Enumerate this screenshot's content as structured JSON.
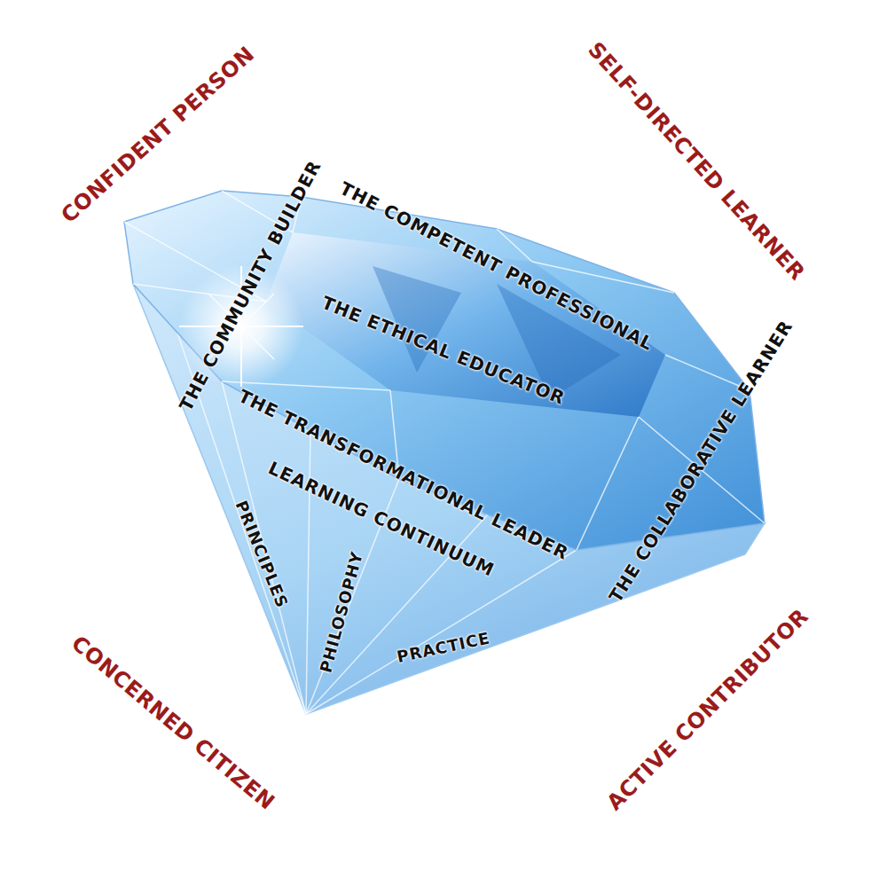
{
  "diagram": {
    "labels": [
      "CONFIDENT PERSON",
      "SELF-DIRECTED LEARNER",
      "THE COMMUNITY BUILDER",
      "THE COMPETENT PROFESSIONAL",
      "THE ETHICAL EDUCATOR",
      "THE TRANSFORMATIONAL LEADER",
      "LEARNING CONTINUUM",
      "THE COLLABORATIVE LEARNER",
      "PRINCIPLES",
      "PHILOSOPHY",
      "PRACTICE",
      "CONCERNED CITIZEN",
      "ACTIVE CONTRIBUTOR"
    ]
  }
}
